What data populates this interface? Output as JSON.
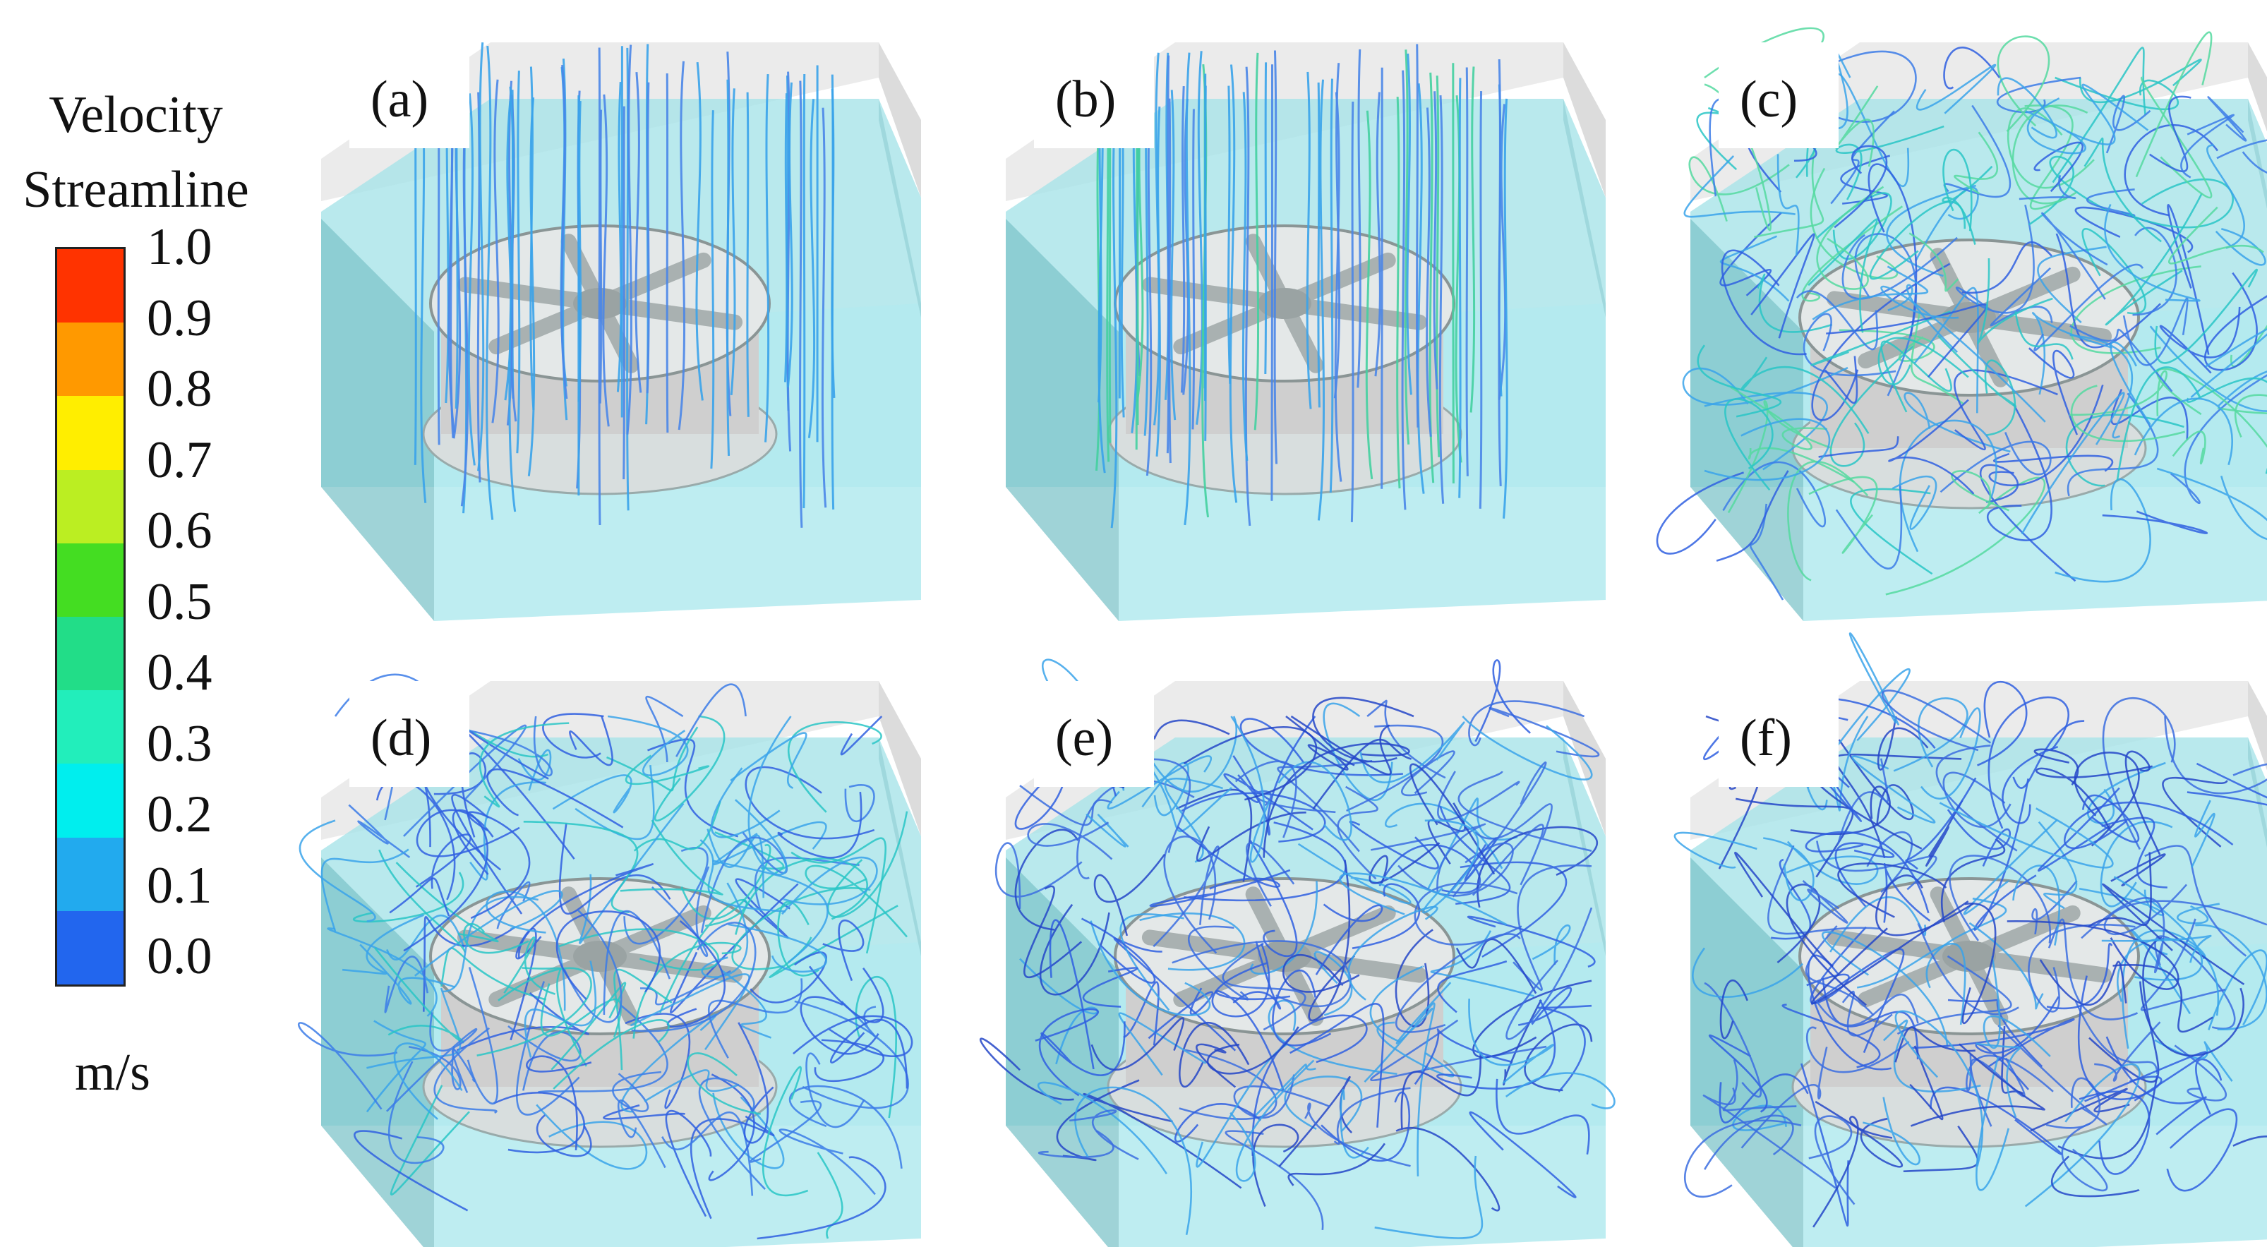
{
  "legend": {
    "title_line1": "Velocity",
    "title_line2": "Streamline",
    "unit": "m/s",
    "ticks": [
      "1.0",
      "0.9",
      "0.8",
      "0.7",
      "0.6",
      "0.5",
      "0.4",
      "0.3",
      "0.2",
      "0.1",
      "0.0"
    ],
    "band_colors": [
      "#ff3300",
      "#ff9900",
      "#ffee00",
      "#bbee22",
      "#44dd22",
      "#22dd88",
      "#22eebb",
      "#00eeee",
      "#22aaee",
      "#2266ee"
    ]
  },
  "panels": [
    {
      "label": "(a)",
      "density": "low"
    },
    {
      "label": "(b)",
      "density": "low"
    },
    {
      "label": "(c)",
      "density": "high"
    },
    {
      "label": "(d)",
      "density": "high"
    },
    {
      "label": "(e)",
      "density": "high"
    },
    {
      "label": "(f)",
      "density": "high"
    }
  ],
  "colors": {
    "water": "#a8e4e8",
    "water_dark": "#7fc4c9",
    "glass": "#dcdcdc",
    "wheel": "#cfcfcf",
    "streamline_blue": "#2f5fe0",
    "streamline_light": "#3aa3ea"
  }
}
